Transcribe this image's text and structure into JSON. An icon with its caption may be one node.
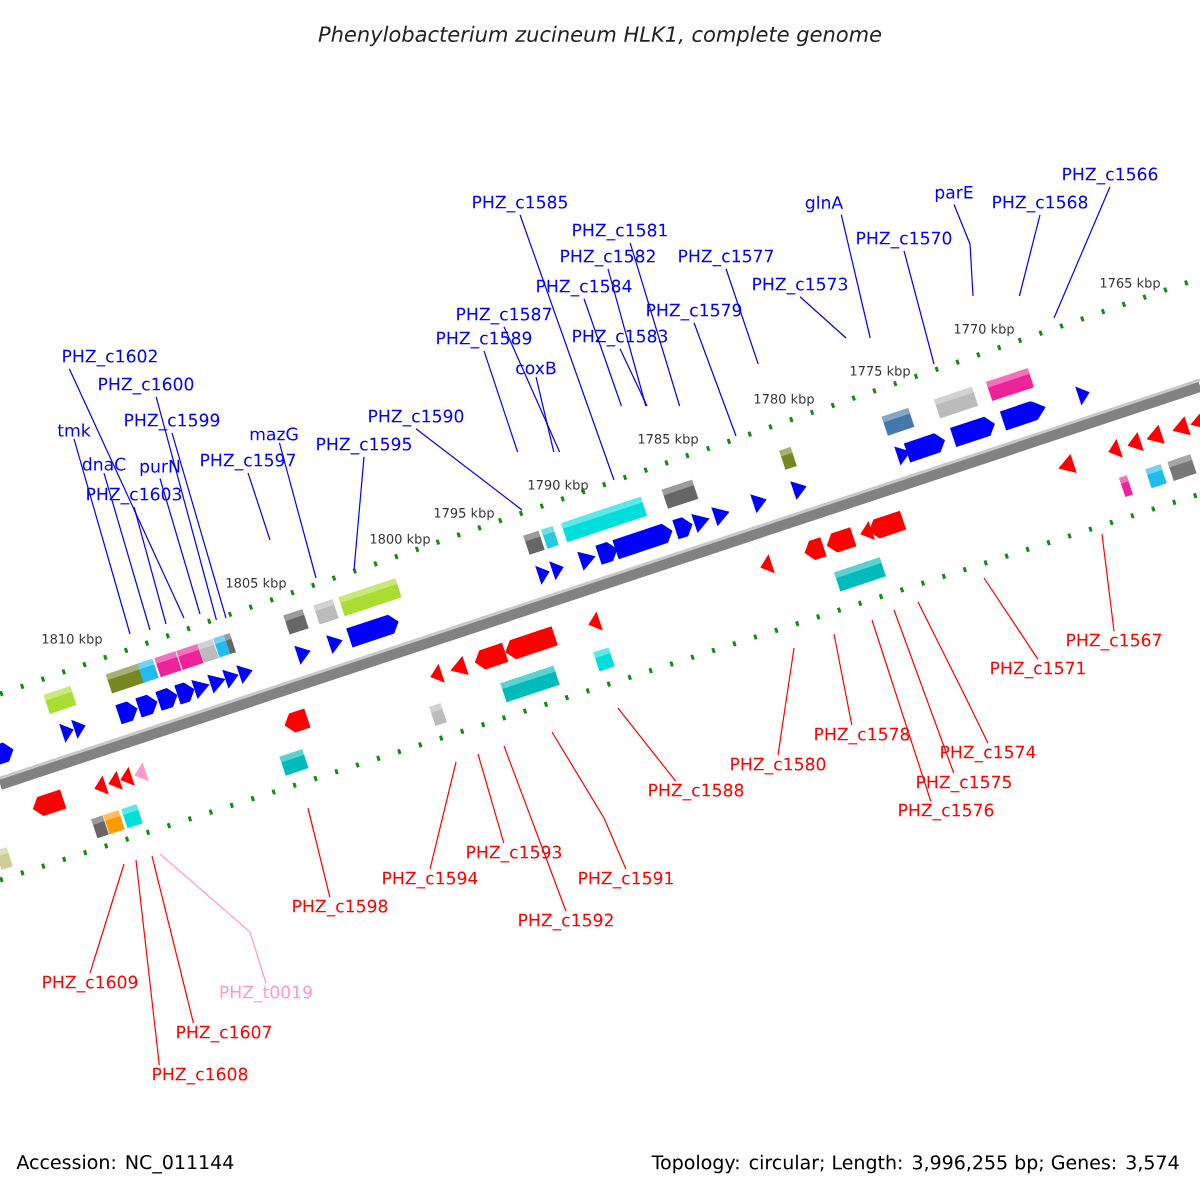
{
  "diagram": {
    "title": "Phenylobacterium zucineum HLK1, complete genome",
    "nodes": [
      {
        "text": [
          "PHZ_c1566"
        ]
      },
      {
        "text": [
          "parE"
        ]
      },
      {
        "text": [
          "PHZ_c1585"
        ]
      },
      {
        "text": [
          "glnA"
        ]
      },
      {
        "text": [
          "PHZ_c1568"
        ]
      },
      {
        "text": [
          "PHZ_c1581"
        ]
      },
      {
        "text": [
          "PHZ_c1570"
        ]
      },
      {
        "text": [
          "PHZ_c1582"
        ]
      },
      {
        "text": [
          "PHZ_c1577"
        ]
      },
      {
        "text": [
          "PHZ_c1584"
        ]
      },
      {
        "text": [
          "PHZ_c1573"
        ]
      },
      {
        "text": [
          "PHZ_c1579"
        ]
      },
      {
        "text": [
          "PHZ_c1587"
        ]
      },
      {
        "text": [
          "PHZ_c1583"
        ]
      },
      {
        "text": [
          "PHZ_c1589"
        ]
      },
      {
        "text": [
          "PHZ_c1602"
        ]
      },
      {
        "text": [
          "coxB"
        ]
      },
      {
        "text": [
          "PHZ_c1600"
        ]
      },
      {
        "text": [
          "PHZ_c1590"
        ]
      },
      {
        "text": [
          "PHZ_c1599"
        ]
      },
      {
        "text": [
          "tmk"
        ]
      },
      {
        "text": [
          "mazG"
        ]
      },
      {
        "text": [
          "PHZ_c1595"
        ]
      },
      {
        "text": [
          "PHZ_c1597"
        ]
      },
      {
        "text": [
          "dnaC"
        ]
      },
      {
        "text": [
          "purN"
        ]
      },
      {
        "text": [
          "PHZ_c1603"
        ]
      },
      {
        "text": [
          "PHZ_c1567"
        ]
      },
      {
        "text": [
          "PHZ_c1571"
        ]
      },
      {
        "text": [
          "PHZ_c1578"
        ]
      },
      {
        "text": [
          "PHZ_c1574"
        ]
      },
      {
        "text": [
          "PHZ_c1580"
        ]
      },
      {
        "text": [
          "PHZ_c1575"
        ]
      },
      {
        "text": [
          "PHZ_c1588"
        ]
      },
      {
        "text": [
          "PHZ_c1576"
        ]
      },
      {
        "text": [
          "PHZ_c1593"
        ]
      },
      {
        "text": [
          "PHZ_c1594"
        ]
      },
      {
        "text": [
          "PHZ_c1591"
        ]
      },
      {
        "text": [
          "PHZ_c1598"
        ]
      },
      {
        "text": [
          "PHZ_c1592"
        ]
      },
      {
        "text": [
          "PHZ_c1609"
        ]
      },
      {
        "text": [
          "PHZ_t0019"
        ]
      },
      {
        "text": [
          "PHZ_c1607"
        ]
      },
      {
        "text": [
          "PHZ_c1608"
        ]
      }
    ],
    "edges": [
      {
        "from": 0,
        "to": null,
        "arrow": "none"
      },
      {
        "from": 1,
        "to": null,
        "arrow": "none"
      },
      {
        "from": 2,
        "to": null,
        "arrow": "none"
      },
      {
        "from": 3,
        "to": null,
        "arrow": "none"
      },
      {
        "from": 4,
        "to": null,
        "arrow": "none"
      },
      {
        "from": 5,
        "to": null,
        "arrow": "none"
      },
      {
        "from": 6,
        "to": null,
        "arrow": "none"
      },
      {
        "from": 7,
        "to": null,
        "arrow": "none"
      },
      {
        "from": 8,
        "to": null,
        "arrow": "none"
      },
      {
        "from": 9,
        "to": null,
        "arrow": "none"
      },
      {
        "from": 10,
        "to": null,
        "arrow": "none"
      },
      {
        "from": 11,
        "to": null,
        "arrow": "none"
      },
      {
        "from": 12,
        "to": null,
        "arrow": "none"
      },
      {
        "from": 13,
        "to": null,
        "arrow": "none"
      },
      {
        "from": 14,
        "to": null,
        "arrow": "none"
      },
      {
        "from": 15,
        "to": null,
        "arrow": "none"
      },
      {
        "from": 16,
        "to": null,
        "arrow": "none"
      },
      {
        "from": 17,
        "to": null,
        "arrow": "none"
      },
      {
        "from": 18,
        "to": null,
        "arrow": "none"
      },
      {
        "from": 19,
        "to": null,
        "arrow": "none"
      },
      {
        "from": 20,
        "to": null,
        "arrow": "none"
      },
      {
        "from": 21,
        "to": null,
        "arrow": "none"
      },
      {
        "from": 22,
        "to": null,
        "arrow": "none"
      },
      {
        "from": 23,
        "to": null,
        "arrow": "none"
      },
      {
        "from": 24,
        "to": null,
        "arrow": "none"
      },
      {
        "from": 25,
        "to": null,
        "arrow": "none"
      },
      {
        "from": 26,
        "to": null,
        "arrow": "none"
      },
      {
        "from": 27,
        "to": null,
        "arrow": "none",
        "color": "#ff0000"
      },
      {
        "from": 28,
        "to": null,
        "arrow": "none",
        "color": "#ff0000"
      },
      {
        "from": 29,
        "to": null,
        "arrow": "none",
        "color": "#ff0000"
      },
      {
        "from": 30,
        "to": null,
        "arrow": "none",
        "color": "#ff0000"
      },
      {
        "from": 31,
        "to": null,
        "arrow": "none",
        "color": "#ff0000"
      },
      {
        "from": 32,
        "to": null,
        "arrow": "none",
        "color": "#ff0000"
      },
      {
        "from": 33,
        "to": null,
        "arrow": "none",
        "color": "#ff0000"
      },
      {
        "from": 34,
        "to": null,
        "arrow": "none",
        "color": "#ff0000"
      },
      {
        "from": 35,
        "to": null,
        "arrow": "none",
        "color": "#ff0000"
      },
      {
        "from": 36,
        "to": null,
        "arrow": "none",
        "color": "#ff0000"
      },
      {
        "from": 37,
        "to": null,
        "arrow": "none",
        "color": "#ff0000"
      },
      {
        "from": 38,
        "to": null,
        "arrow": "none",
        "color": "#ff0000"
      },
      {
        "from": 39,
        "to": null,
        "arrow": "none",
        "color": "#ff0000"
      },
      {
        "from": 40,
        "to": null,
        "arrow": "none",
        "color": "#ff0000"
      },
      {
        "from": 41,
        "to": null,
        "arrow": "none",
        "color": "#ff99cc"
      },
      {
        "from": 42,
        "to": null,
        "arrow": "none",
        "color": "#ff0000"
      },
      {
        "from": 43,
        "to": null,
        "arrow": "none",
        "color": "#ff0000"
      }
    ],
    "labels": [
      "1765 kbp",
      "1770 kbp",
      "1775 kbp",
      "1780 kbp",
      "1785 kbp",
      "1790 kbp",
      "1795 kbp",
      "1800 kbp",
      "1805 kbp",
      "1810 kbp",
      "Accession: NC_011144",
      "Topology: circular; Length: 3,996,255 bp; Genes: 3,574"
    ]
  }
}
